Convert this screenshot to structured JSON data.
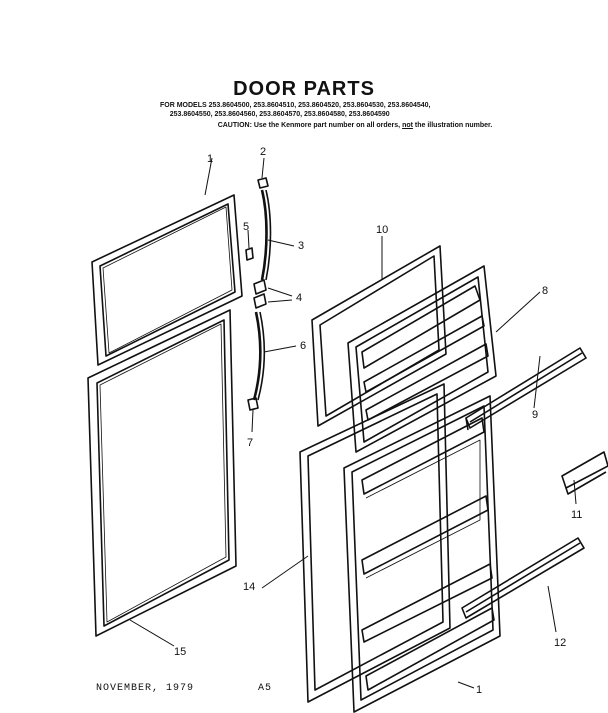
{
  "header": {
    "title": "DOOR PARTS",
    "models_text": "FOR MODELS 253.8604500, 253.8604510, 253.8604520, 253.8604530, 253.8604540,\n     253.8604550, 253.8604560, 253.8604570, 253.8604580, 253.8604590",
    "caution_prefix": "CAUTION: Use the Kenmore part number on all orders, ",
    "caution_not": "not",
    "caution_suffix": " the illustration number."
  },
  "callouts": [
    "1",
    "2",
    "3",
    "4",
    "5",
    "6",
    "7",
    "8",
    "9",
    "10",
    "11",
    "12",
    "14",
    "15",
    "1"
  ],
  "footer": {
    "date": "NOVEMBER, 1979",
    "code": "A5"
  },
  "colors": {
    "line": "#111111",
    "background": "#ffffff"
  }
}
